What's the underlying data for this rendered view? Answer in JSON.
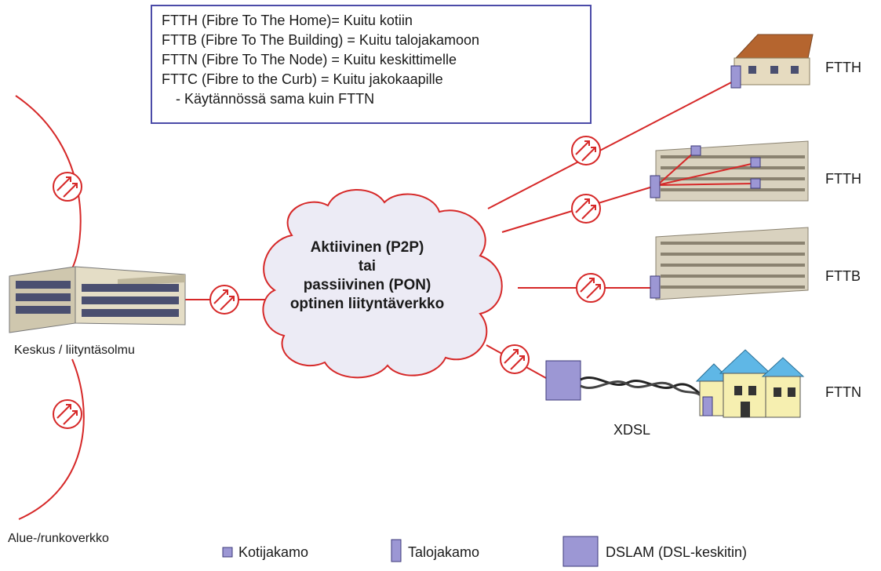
{
  "legend_box": {
    "lines": [
      "FTTH (Fibre To The Home)= Kuitu kotiin",
      "FTTB (Fibre To The Building) = Kuitu talojakamoon",
      "FTTN (Fibre To The Node) = Kuitu keskittimelle",
      "FTTC (Fibre to the Curb) = Kuitu jakokaapille",
      "-  Käytännössä sama kuin FTTN"
    ]
  },
  "cloud": {
    "lines": [
      "Aktiivinen (P2P)",
      "tai",
      "passiivinen (PON)",
      "optinen liityntäverkko"
    ]
  },
  "labels": {
    "central": "Keskus /  liityntäsolmu",
    "backbone": "Alue-/runkoverkko",
    "xdsl": "XDSL",
    "ftth_house": "FTTH",
    "ftth_building": "FTTH",
    "fttb": "FTTB",
    "fttn": "FTTN"
  },
  "key": {
    "home_box": "Kotijakamo",
    "building_box": "Talojakamo",
    "dslam": "DSLAM (DSL-keskitin)"
  },
  "colors": {
    "fibre_line": "#d62828",
    "equipment_fill": "#9c97d4",
    "equipment_border": "#3c3a7a",
    "cloud_fill": "#ecebf5",
    "building_wall": "#d9d2bf",
    "legend_border": "#4b4ba8"
  },
  "icons": [
    "optical-amplifier-icon",
    "house-icon",
    "apartment-building-icon",
    "office-building-icon",
    "townhouses-icon",
    "cloud-icon"
  ]
}
